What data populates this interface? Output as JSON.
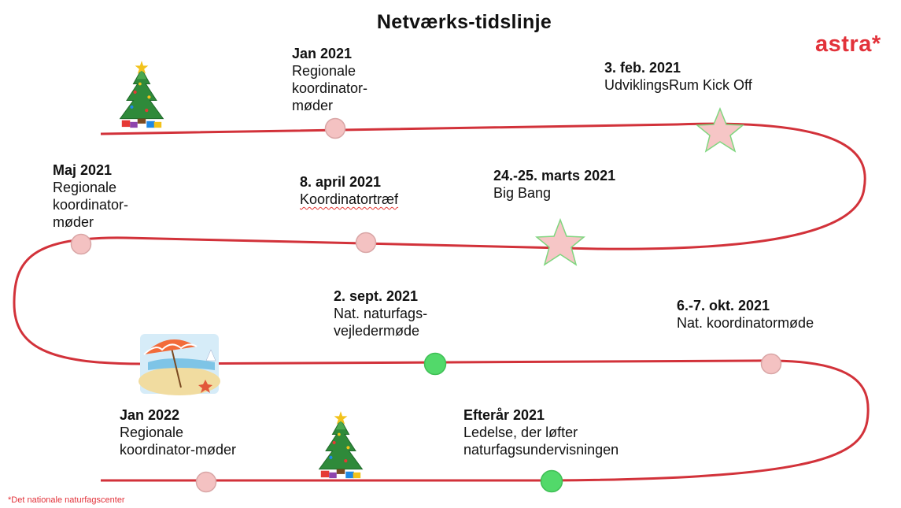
{
  "title": "Netværks-tidslinje",
  "brand": "astra*",
  "footnote": "*Det nationale naturfagscenter",
  "colors": {
    "track": "#d2323a",
    "dot_pink": "#f4c2c2",
    "dot_pink_border": "#d9a6a6",
    "dot_green": "#52d96a",
    "dot_green_border": "#3fbf55",
    "star_fill": "#f6c6c6",
    "star_border": "#7fd67f"
  },
  "events": [
    {
      "date": "Jan 2021",
      "desc": "Regionale\nkoordinator-\nmøder",
      "marker": "pink-dot"
    },
    {
      "date": "3. feb. 2021",
      "desc": "UdviklingsRum Kick Off",
      "marker": "star"
    },
    {
      "date": "24.-25. marts 2021",
      "desc": "Big Bang",
      "marker": "star"
    },
    {
      "date": "8. april 2021",
      "desc": "Koordinatortræf",
      "marker": "pink-dot"
    },
    {
      "date": "Maj 2021",
      "desc": "Regionale\nkoordinator-\nmøder",
      "marker": "pink-dot"
    },
    {
      "date": "2. sept. 2021",
      "desc": "Nat. naturfags-\nvejledermøde",
      "marker": "green-dot"
    },
    {
      "date": "6.-7. okt. 2021",
      "desc": "Nat. koordinatormøde",
      "marker": "pink-dot"
    },
    {
      "date": "Efterår 2021",
      "desc": "Ledelse, der løfter\nnaturfagsundervisningen",
      "marker": "green-dot"
    },
    {
      "date": "Jan 2022",
      "desc": "Regionale\nkoordinator-møder",
      "marker": "pink-dot"
    }
  ],
  "pictures": [
    {
      "icon": "christmas-tree-icon"
    },
    {
      "icon": "beach-umbrella-icon"
    },
    {
      "icon": "christmas-tree-icon"
    }
  ]
}
